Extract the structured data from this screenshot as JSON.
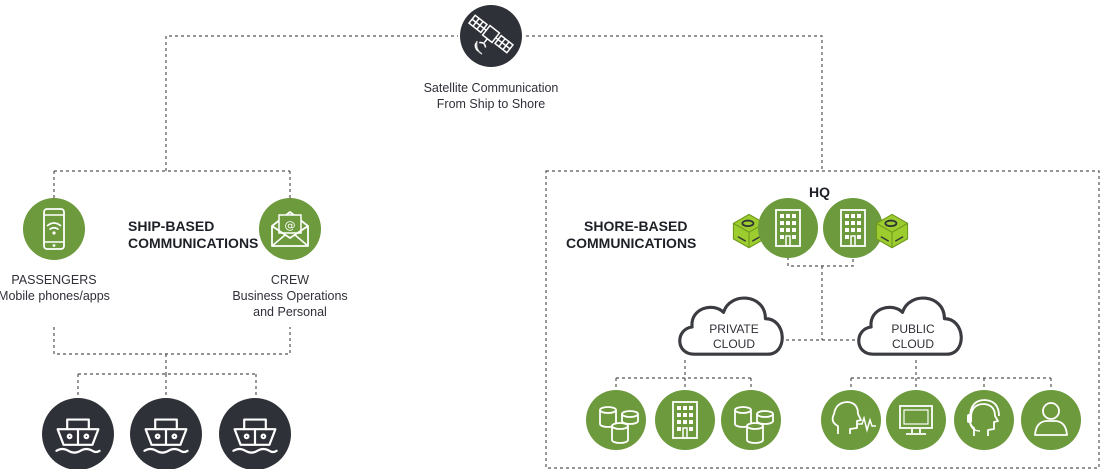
{
  "satellite": {
    "line1": "Satellite Communication",
    "line2": "From Ship to Shore",
    "icon": "satellite-icon"
  },
  "ship": {
    "heading_line1": "SHIP-BASED",
    "heading_line2": "COMMUNICATIONS",
    "passengers": {
      "line1": "PASSENGERS",
      "line2": "Mobile phones/apps",
      "icon": "smartphone-wifi-icon"
    },
    "crew": {
      "line1": "CREW",
      "line2": "Business Operations",
      "line3": "and Personal",
      "icon": "envelope-email-icon"
    },
    "vessels": [
      "ship-icon",
      "ship-icon",
      "ship-icon"
    ]
  },
  "shore": {
    "heading_line1": "SHORE-BASED",
    "heading_line2": "COMMUNICATIONS",
    "hq_label": "HQ",
    "private_cloud": {
      "line1": "PRIVATE",
      "line2": "CLOUD"
    },
    "public_cloud": {
      "line1": "PUBLIC",
      "line2": "CLOUD"
    },
    "private_endpoints": [
      "database-icon",
      "building-icon",
      "database-icon"
    ],
    "public_endpoints": [
      "voice-icon",
      "monitor-icon",
      "headset-icon",
      "user-icon"
    ]
  },
  "colors": {
    "green": "#6d9a3c",
    "dark": "#2f3138",
    "line": "#555555",
    "device_green": "#9ccc2e"
  }
}
